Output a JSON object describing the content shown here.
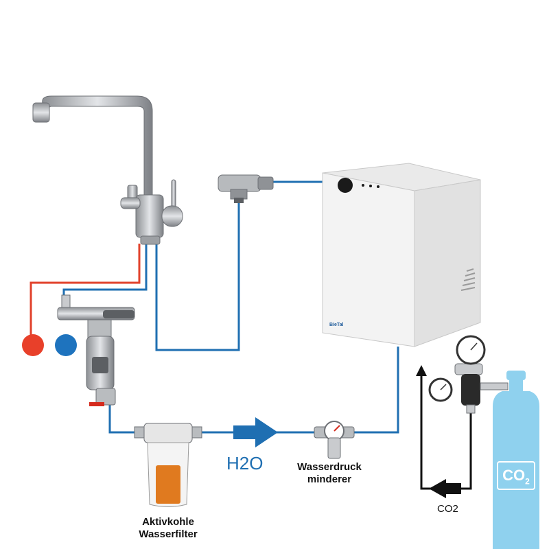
{
  "labels": {
    "h2o": "H2O",
    "filter_line1": "Aktivkohle",
    "filter_line2": "Wasserfilter",
    "reducer_line1": "Wasserdruck",
    "reducer_line2": "minderer",
    "co2_line": "CO2",
    "co2_badge_main": "CO",
    "co2_badge_sub": "2",
    "brand": "BieTal"
  },
  "colors": {
    "water_line": "#1f6fb2",
    "hot_line": "#e1412b",
    "hot_dot": "#e8402a",
    "cold_dot": "#1e73be",
    "co2_line": "#111111",
    "co2_bottle": "#8fd1ee",
    "filter_cartridge": "#e07a1f",
    "cabinet": "#f3f3f3"
  }
}
